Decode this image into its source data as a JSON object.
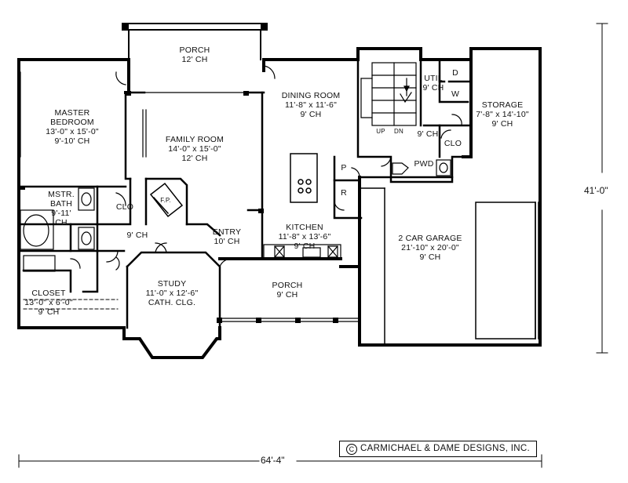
{
  "rooms": {
    "porch_top": {
      "name": "PORCH",
      "ch": "12' CH"
    },
    "master": {
      "name1": "MASTER",
      "name2": "BEDROOM",
      "size": "13'-0\" x 15'-0\"",
      "ch": "9'-10' CH"
    },
    "family": {
      "name": "FAMILY ROOM",
      "size": "14'-0\" x 15'-0\"",
      "ch": "12' CH"
    },
    "dining": {
      "name": "DINING ROOM",
      "size": "11'-8\" x 11'-6\"",
      "ch": "9' CH"
    },
    "util": {
      "name": "UTIL",
      "ch": "9' CH",
      "d": "D",
      "w": "W"
    },
    "storage": {
      "name": "STORAGE",
      "size": "7'-8\" x 14'-10\"",
      "ch": "9' CH"
    },
    "stair_9ch": "9' CH",
    "up": "UP",
    "dn": "DN",
    "clo_util": "CLO",
    "pwd": "PWD",
    "p": "P",
    "r": "R",
    "mbath": {
      "name1": "MSTR.",
      "name2": "BATH",
      "ch": "9'-11'",
      "ch2": "CH"
    },
    "clo_master": "CLO",
    "fp": "F.P.",
    "kitchen": {
      "name": "KITCHEN",
      "size": "11'-8\" x 13'-6\"",
      "ch": "9' CH"
    },
    "garage": {
      "name": "2 CAR GARAGE",
      "size": "21'-10\" x 20'-0\"",
      "ch": "9' CH"
    },
    "hall_9ch": "9' CH",
    "entry": {
      "name": "ENTRY",
      "ch": "10' CH"
    },
    "closet": {
      "name": "CLOSET",
      "size": "13'-0\" x 6'-0\"",
      "ch": "9' CH"
    },
    "study": {
      "name": "STUDY",
      "size": "11'-0\" x 12'-6\"",
      "ch": "CATH. CLG."
    },
    "porch_front": {
      "name": "PORCH",
      "ch": "9' CH"
    }
  },
  "dimensions": {
    "depth": "41'-0\"",
    "width": "64'-4\""
  },
  "credit": {
    "symbol": "C",
    "text": "CARMICHAEL & DAME DESIGNS, INC."
  }
}
